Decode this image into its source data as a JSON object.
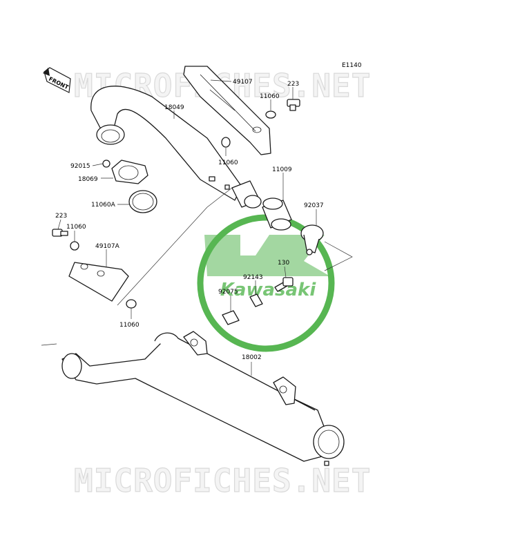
{
  "diagram": {
    "code": "E1140",
    "front_label": "FRONT",
    "watermark_text": "MICROFICHES.NET",
    "brand": {
      "text": "Kawasaki",
      "color": "#3aaa35"
    },
    "parts": {
      "p49107": "49107",
      "p11060_top": "11060",
      "p223_top": "223",
      "p18049": "18049",
      "p11060_mid": "11060",
      "p92015": "92015",
      "p18069": "18069",
      "p11009": "11009",
      "p11060A": "11060A",
      "p92037": "92037",
      "p223_left": "223",
      "p11060_left": "11060",
      "p49107A": "49107A",
      "p130": "130",
      "p92143": "92143",
      "p92075": "92075",
      "p11060_bottom": "11060",
      "p18002": "18002"
    }
  }
}
